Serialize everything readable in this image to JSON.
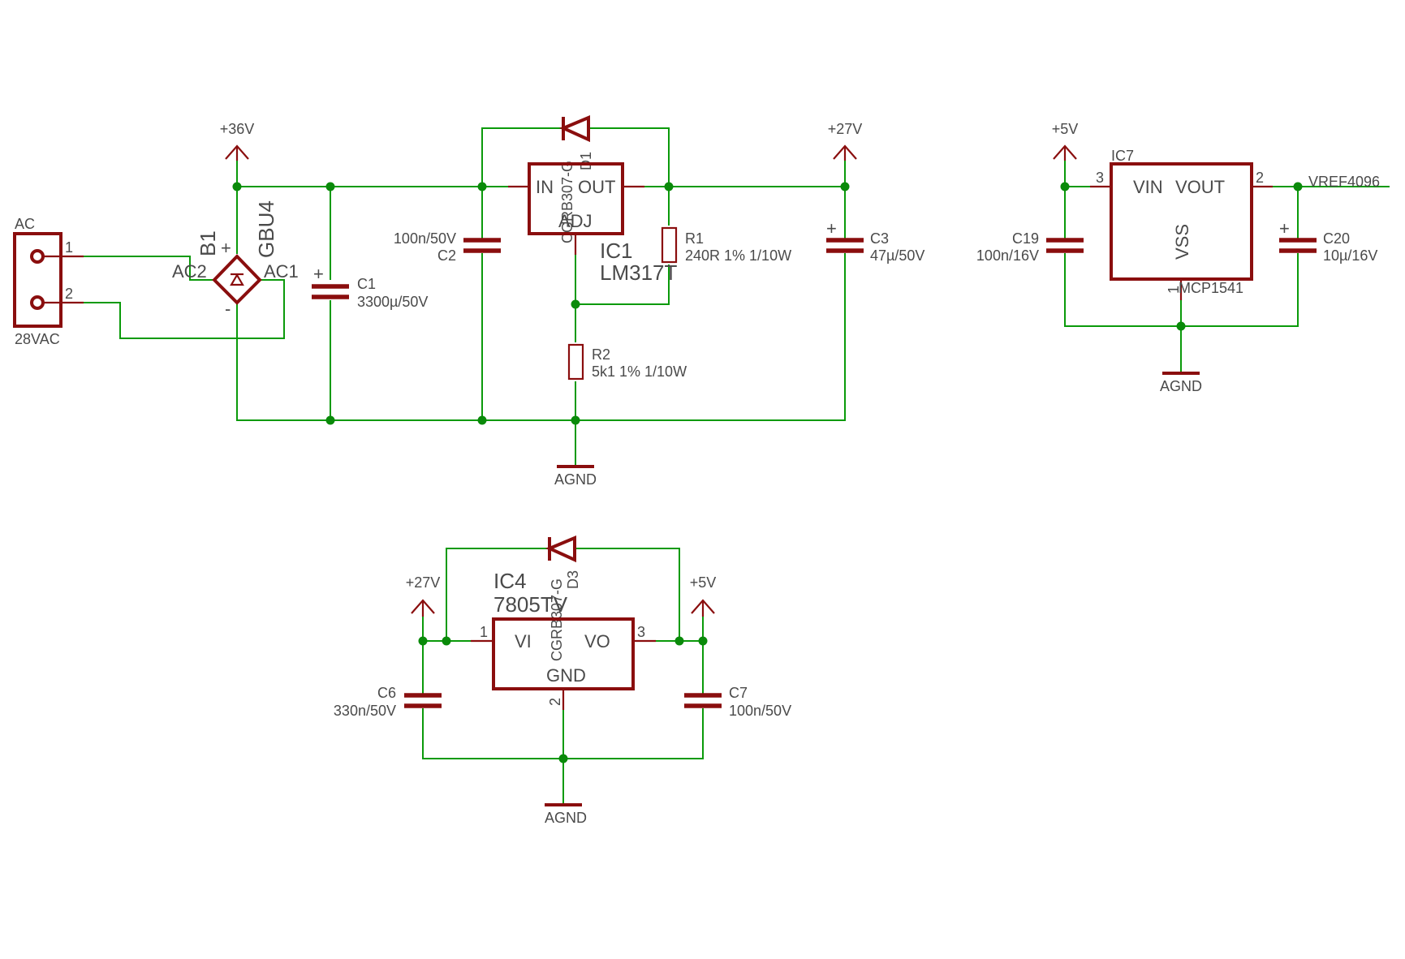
{
  "colors": {
    "wire": "#0a9a0a",
    "component": "#8a0e0e",
    "junction": "#0a8a0a",
    "text": "#4a4a4a",
    "background": "#ffffff"
  },
  "connector": {
    "name": "AC",
    "value": "28VAC",
    "pin1": "1",
    "pin2": "2"
  },
  "bridge": {
    "name": "B1",
    "value": "GBU4",
    "ac1": "AC1",
    "ac2": "AC2",
    "plus": "+",
    "minus": "-"
  },
  "c1": {
    "name": "C1",
    "value": "3300µ/50V",
    "polarity": "+"
  },
  "c2": {
    "name": "C2",
    "value": "100n/50V"
  },
  "c3": {
    "name": "C3",
    "value": "47µ/50V",
    "polarity": "+"
  },
  "c6": {
    "name": "C6",
    "value": "330n/50V"
  },
  "c7": {
    "name": "C7",
    "value": "100n/50V"
  },
  "c19": {
    "name": "C19",
    "value": "100n/16V"
  },
  "c20": {
    "name": "C20",
    "value": "10µ/16V",
    "polarity": "+"
  },
  "r1": {
    "name": "R1",
    "value": "240R 1% 1/10W"
  },
  "r2": {
    "name": "R2",
    "value": "5k1 1% 1/10W"
  },
  "d1": {
    "name": "D1",
    "value": "CGRB307-G"
  },
  "d3": {
    "name": "D3",
    "value": "CGRB307-G"
  },
  "ic1": {
    "name": "IC1",
    "value": "LM317T",
    "pin_in": "IN",
    "pin_out": "OUT",
    "pin_adj": "ADJ"
  },
  "ic4": {
    "name": "IC4",
    "value": "7805TV",
    "pin_vi": "VI",
    "pin_vo": "VO",
    "pin_gnd": "GND",
    "num1": "1",
    "num2": "2",
    "num3": "3"
  },
  "ic7": {
    "name": "IC7",
    "value": "MCP1541",
    "pin_vin": "VIN",
    "pin_vout": "VOUT",
    "pin_vss": "VSS",
    "num1": "1",
    "num2": "2",
    "num3": "3"
  },
  "supplies": {
    "v36": "+36V",
    "v27_top": "+27V",
    "v5_ref": "+5V",
    "v27_bottom": "+27V",
    "v5_bottom": "+5V"
  },
  "grounds": {
    "main": "AGND",
    "ref": "AGND",
    "reg": "AGND"
  },
  "nets": {
    "vref": "VREF4096"
  }
}
